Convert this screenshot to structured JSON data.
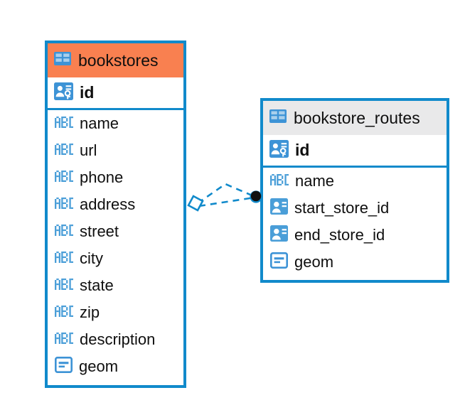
{
  "diagram": {
    "background_color": "#ffffff",
    "accent_color": "#118acb",
    "icon_blue": "#4a9ed8",
    "header_orange": "#f98050",
    "header_gray": "#e9e9ea",
    "endpoint_dark": "#101010"
  },
  "entities": [
    {
      "name": "bookstores",
      "title": "bookstores",
      "header_style": "orange",
      "table_icon": "table-grid-icon",
      "primary_key": {
        "label": "id",
        "icon": "primary-key-icon"
      },
      "fields": [
        {
          "label": "name",
          "icon": "abc-text-icon"
        },
        {
          "label": "url",
          "icon": "abc-text-icon"
        },
        {
          "label": "phone",
          "icon": "abc-text-icon"
        },
        {
          "label": "address",
          "icon": "abc-text-icon"
        },
        {
          "label": "street",
          "icon": "abc-text-icon"
        },
        {
          "label": "city",
          "icon": "abc-text-icon"
        },
        {
          "label": "state",
          "icon": "abc-text-icon"
        },
        {
          "label": "zip",
          "icon": "abc-text-icon"
        },
        {
          "label": "description",
          "icon": "abc-text-icon"
        },
        {
          "label": "geom",
          "icon": "geometry-icon"
        }
      ]
    },
    {
      "name": "bookstore_routes",
      "title": "bookstore_routes",
      "header_style": "gray",
      "table_icon": "table-grid-icon",
      "primary_key": {
        "label": "id",
        "icon": "primary-key-icon"
      },
      "fields": [
        {
          "label": "name",
          "icon": "abc-text-icon"
        },
        {
          "label": "start_store_id",
          "icon": "foreign-key-icon"
        },
        {
          "label": "end_store_id",
          "icon": "foreign-key-icon"
        },
        {
          "label": "geom",
          "icon": "geometry-icon"
        }
      ]
    }
  ],
  "relationship": {
    "name": "bookstores-to-bookstore-routes",
    "line_style": "dashed",
    "line_color": "#118acb",
    "source_endpoint_icon": "diamond-endpoint-icon",
    "target_endpoint_icon": "circle-endpoint-icon"
  }
}
